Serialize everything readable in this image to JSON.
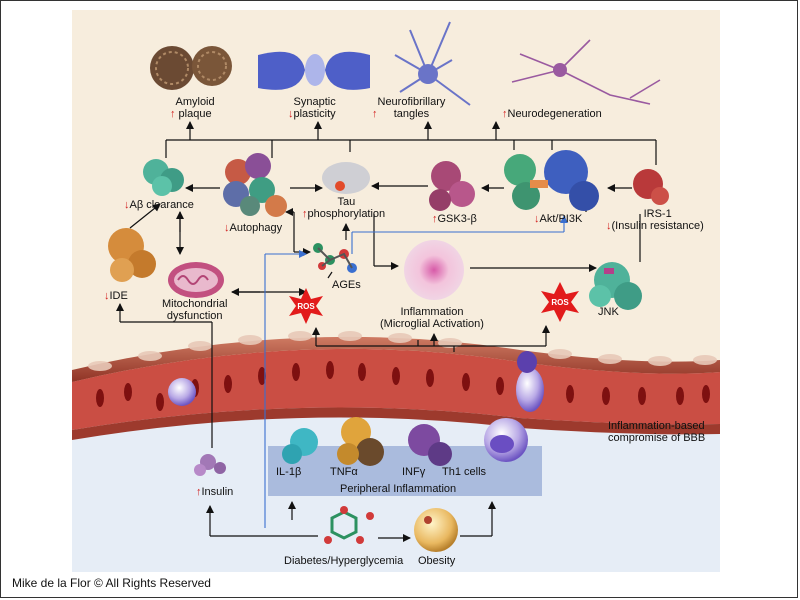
{
  "labels": {
    "amyloid_plaque": {
      "arrow": "↑",
      "text": "Amyloid\nplaque"
    },
    "synaptic_plasticity": {
      "arrow": "↓",
      "text": "Synaptic\nplasticity"
    },
    "neurofibrillary_tangles": {
      "arrow": "↑",
      "text": "Neurofibrillary\ntangles"
    },
    "neurodegeneration": {
      "arrow": "↑",
      "text": "Neurodegeneration"
    },
    "abeta_clearance": {
      "arrow": "↓",
      "text": "Aβ clearance"
    },
    "autophagy": {
      "arrow": "↓",
      "text": "Autophagy"
    },
    "tau_phosphorylation": {
      "arrow": "↑",
      "text": "Tau\nphosphorylation"
    },
    "gsk3b": {
      "arrow": "↑",
      "text": "GSK3-β"
    },
    "akt_pi3k": {
      "arrow": "↓",
      "text": "Akt/PI3K"
    },
    "irs1": {
      "arrow": "↓",
      "text": "IRS-1\n(Insulin resistance)"
    },
    "ide": {
      "arrow": "↓",
      "text": "IDE"
    },
    "mitochondrial": {
      "arrow": "",
      "text": "Mitochondrial\ndysfunction"
    },
    "ages": {
      "arrow": "",
      "text": "AGEs"
    },
    "inflammation": {
      "arrow": "",
      "text": "Inflammation\n(Microglial Activation)"
    },
    "jnk": {
      "arrow": "",
      "text": "JNK"
    },
    "bbb": {
      "arrow": "",
      "text": "Inflammation-based\ncompromise of BBB"
    },
    "il1b": {
      "arrow": "",
      "text": "IL-1β"
    },
    "tnfa": {
      "arrow": "",
      "text": "TNFα"
    },
    "infg": {
      "arrow": "",
      "text": "INFγ"
    },
    "th1": {
      "arrow": "",
      "text": "Th1 cells"
    },
    "peripheral_inflammation": {
      "arrow": "",
      "text": "Peripheral Inflammation"
    },
    "insulin": {
      "arrow": "↑",
      "text": "Insulin"
    },
    "diabetes": {
      "arrow": "",
      "text": "Diabetes/Hyperglycemia"
    },
    "obesity": {
      "arrow": "",
      "text": "Obesity"
    }
  },
  "ros_label": "ROS",
  "credit": "Mike de la Flor © All Rights Reserved",
  "colors": {
    "background": "#f7eddd",
    "periphery": "#e6edf6",
    "arrow": "#111111",
    "blue_arrow": "#3a6fd0",
    "vessel_wall": "#b5503f",
    "ros": "#e21b1b",
    "peripheral_box": "#9fb2d8"
  }
}
